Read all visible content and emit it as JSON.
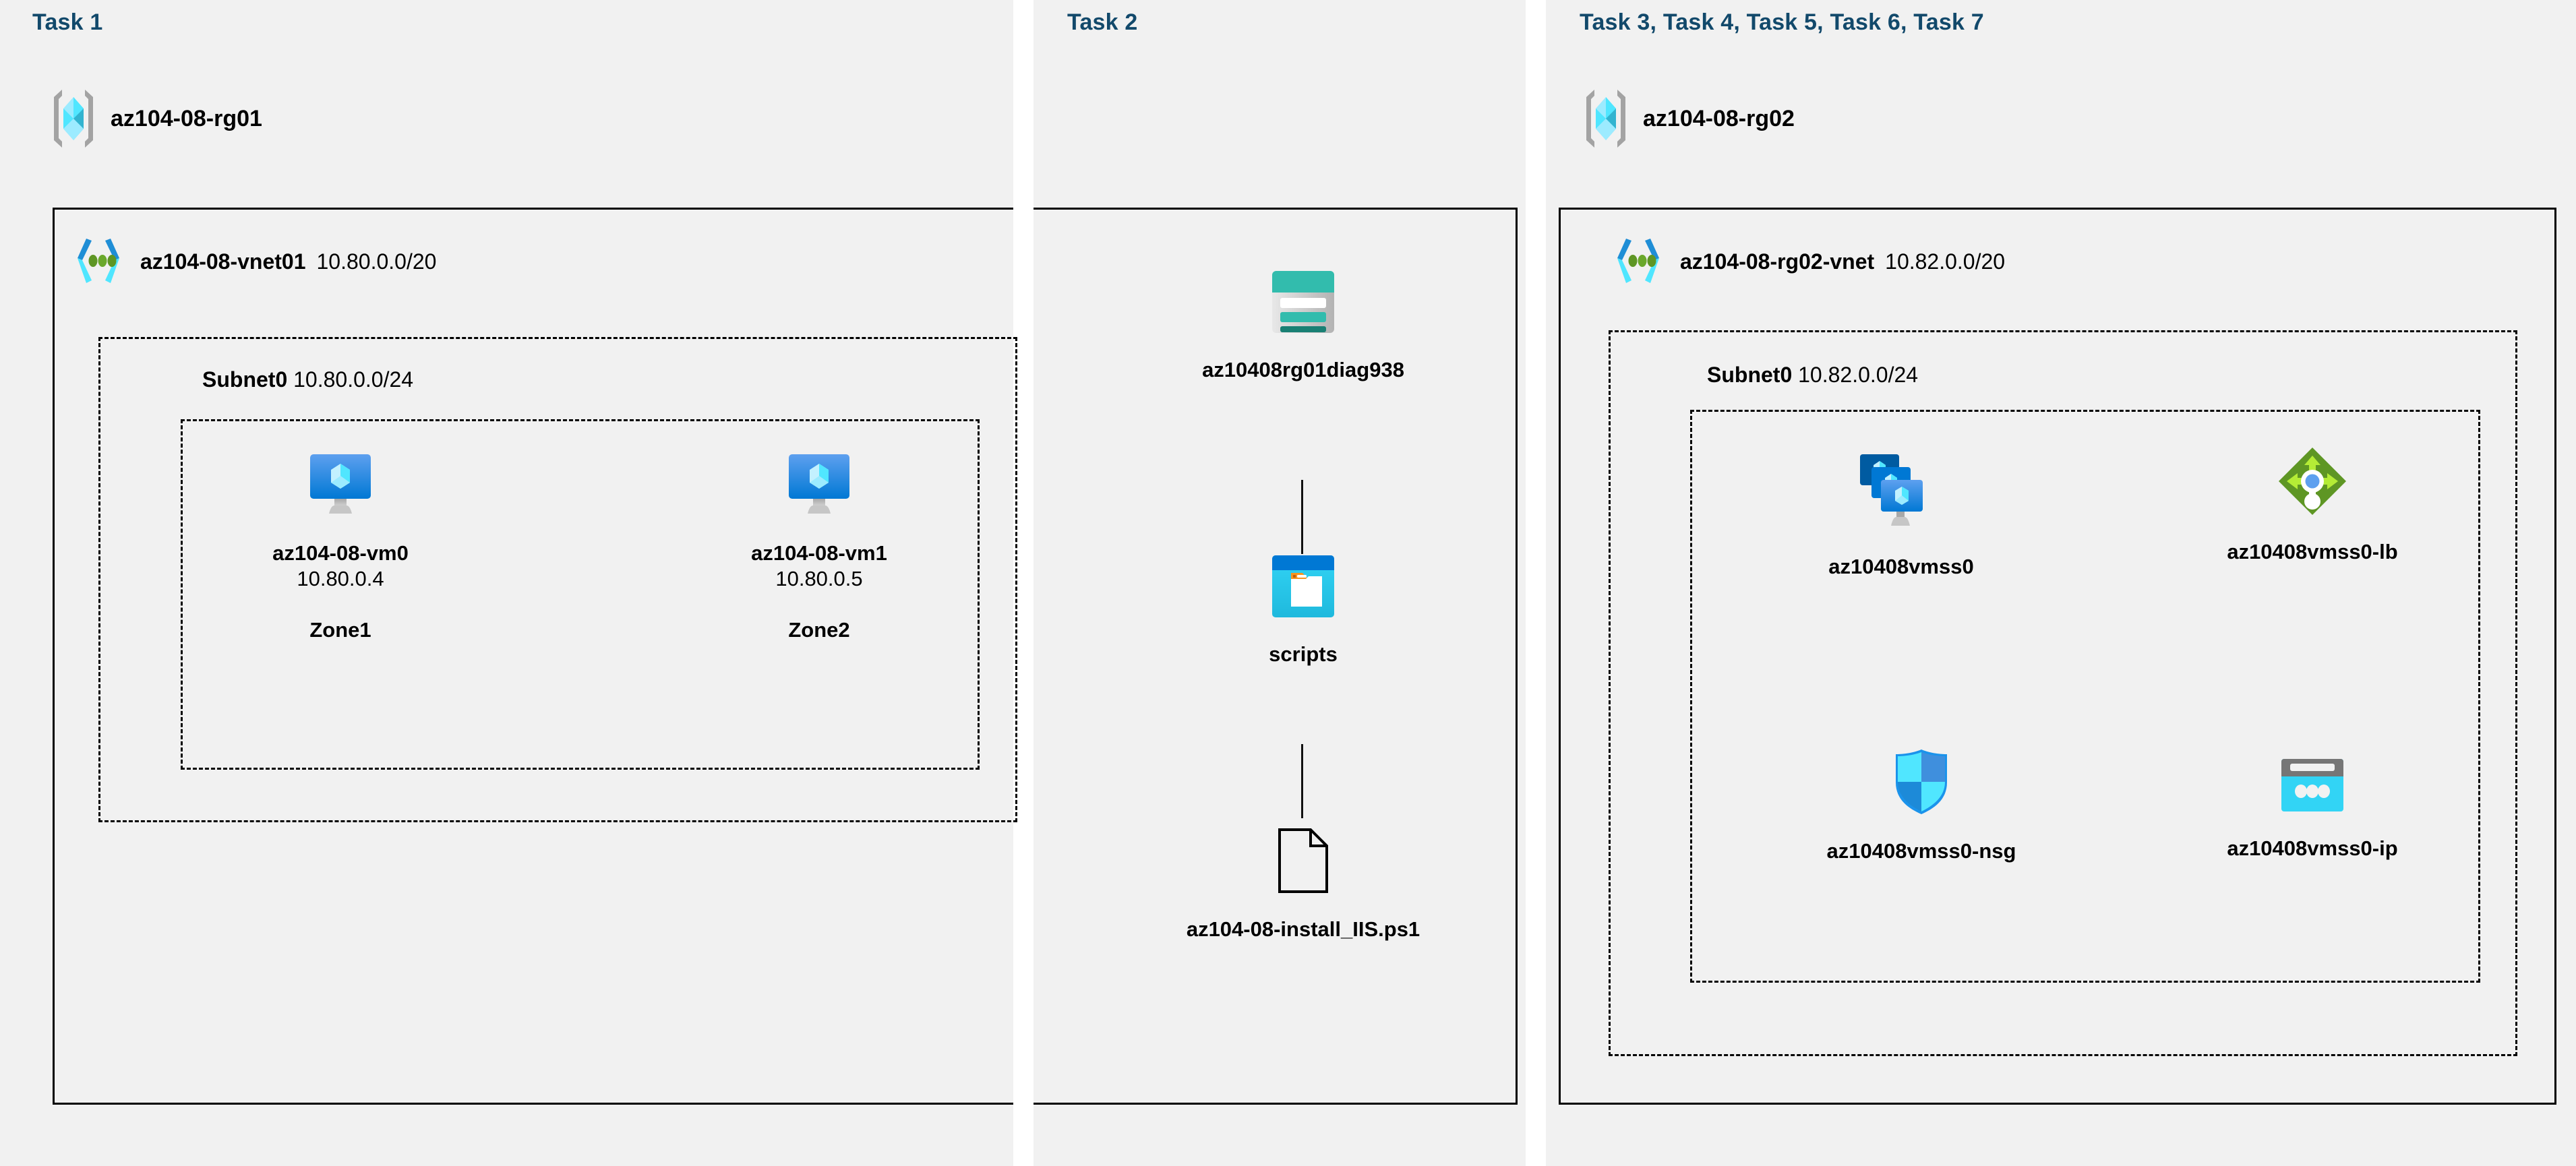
{
  "panels": [
    {
      "id": "task1",
      "task_label": "Task 1",
      "resource_group": {
        "name": "az104-08-rg01",
        "icon": "resource-group-icon"
      },
      "vnet": {
        "name": "az104-08-vnet01",
        "cidr": "10.80.0.0/20",
        "icon": "virtual-network-icon"
      },
      "subnet": {
        "name": "Subnet0",
        "cidr": "10.80.0.0/24"
      },
      "nodes": [
        {
          "icon": "virtual-machine-icon",
          "name": "az104-08-vm0",
          "ip": "10.80.0.4",
          "zone": "Zone1"
        },
        {
          "icon": "virtual-machine-icon",
          "name": "az104-08-vm1",
          "ip": "10.80.0.5",
          "zone": "Zone2"
        }
      ]
    },
    {
      "id": "task2",
      "task_label": "Task 2",
      "nodes": [
        {
          "icon": "storage-account-icon",
          "name": "az10408rg01diag938"
        },
        {
          "icon": "blob-container-icon",
          "name": "scripts"
        },
        {
          "icon": "script-file-icon",
          "name": "az104-08-install_IIS.ps1"
        }
      ]
    },
    {
      "id": "task3",
      "task_label": "Task 3, Task 4, Task 5, Task 6, Task 7",
      "resource_group": {
        "name": "az104-08-rg02",
        "icon": "resource-group-icon"
      },
      "vnet": {
        "name": "az104-08-rg02-vnet",
        "cidr": "10.82.0.0/20",
        "icon": "virtual-network-icon"
      },
      "subnet": {
        "name": "Subnet0",
        "cidr": "10.82.0.0/24"
      },
      "nodes": [
        {
          "icon": "vm-scale-set-icon",
          "name": "az10408vmss0"
        },
        {
          "icon": "load-balancer-icon",
          "name": "az10408vmss0-lb"
        },
        {
          "icon": "network-security-group-icon",
          "name": "az10408vmss0-nsg"
        },
        {
          "icon": "public-ip-address-icon",
          "name": "az10408vmss0-ip"
        }
      ]
    }
  ],
  "colors": {
    "panel_background": "#f1f1f1",
    "page_background": "#ffffff",
    "task_label": "#12496b",
    "border": "#000000",
    "azure_blue": "#0078d4",
    "azure_cyan": "#50e6ff",
    "storage_teal": "#32bcad",
    "storage_teal_dark": "#198074",
    "lb_green": "#5e9624",
    "lb_green_light": "#b4ec36",
    "public_ip_gray": "#767676"
  }
}
